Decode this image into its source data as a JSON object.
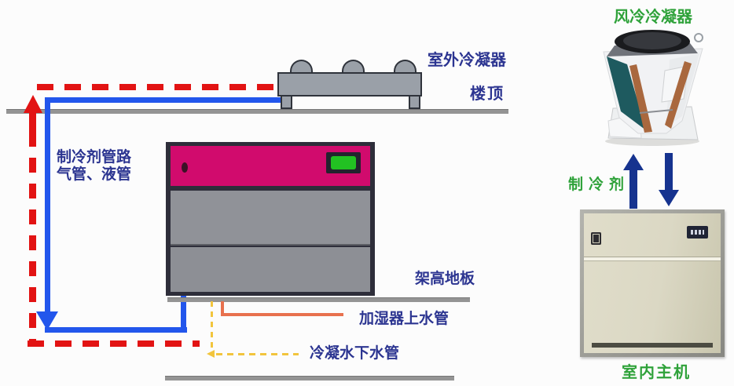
{
  "diagram": {
    "labels": {
      "outdoor_condenser": "室外冷凝器",
      "roof": "楼顶",
      "refrigerant_piping_line1": "制冷剂管路",
      "refrigerant_piping_line2": "气管、液管",
      "raised_floor": "架高地板",
      "humidifier_supply_pipe": "加湿器上水管",
      "condensate_drain_pipe": "冷凝水下水管"
    }
  },
  "photos": {
    "air_cooled_condenser_label": "风冷冷凝器",
    "refrigerant_label": "制冷剂",
    "indoor_unit_label": "室内主机"
  },
  "colors": {
    "gas-pipe-red": "#e21313",
    "liquid-pipe-blue": "#2256ec",
    "humidifier-pipe-orange": "#e8714e",
    "condensate-pipe-yellow": "#f2c53d",
    "label-blue": "#2c3591",
    "label-green": "#2fa23a",
    "machine-magenta": "#d10b6d",
    "display-green": "#22c122",
    "structure-gray": "#949494",
    "arrow-navy": "#16338f"
  }
}
